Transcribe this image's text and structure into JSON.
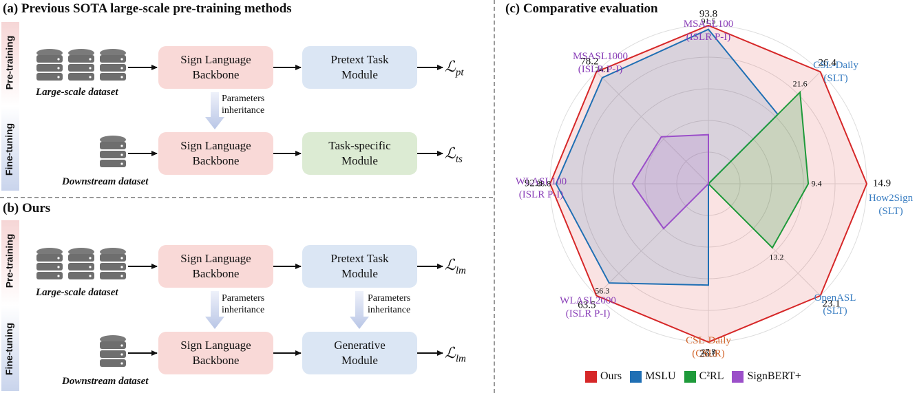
{
  "section_a": {
    "title": "(a) Previous SOTA large-scale pre-training methods",
    "pretrain_label": "Pre-training",
    "finetune_label": "Fine-tuning",
    "dataset_large": "Large-scale dataset",
    "dataset_down": "Downstream dataset",
    "backbone_top": "Sign Language\nBackbone",
    "pretext": "Pretext Task\nModule",
    "inherit": "Parameters\ninheritance",
    "backbone_bottom": "Sign Language\nBackbone",
    "task_specific": "Task-specific\nModule",
    "loss_top": "pt",
    "loss_bottom": "ts"
  },
  "section_b": {
    "title": "(b) Ours",
    "pretrain_label": "Pre-training",
    "finetune_label": "Fine-tuning",
    "dataset_large": "Large-scale dataset",
    "dataset_down": "Downstream dataset",
    "backbone_top": "Sign Language\nBackbone",
    "pretext": "Pretext Task\nModule",
    "inherit_left": "Parameters\ninheritance",
    "inherit_right": "Parameters\ninheritance",
    "backbone_bottom": "Sign Language\nBackbone",
    "generative": "Generative\nModule",
    "loss_top": "lm",
    "loss_bottom": "lm"
  },
  "loss_symbol": "ℒ",
  "colors": {
    "ours": "#d62728",
    "mslu": "#1f6fb4",
    "c2rl": "#1e9a3a",
    "signbert": "#9b4fc9",
    "islr": "#8a3fb8",
    "slt": "#3a7ec2",
    "cslr": "#d2642a"
  },
  "chart_data": {
    "type": "radar",
    "title": "(c) Comparative evaluation",
    "axes": [
      {
        "name": "MSASL100\n(ISLR P-I)",
        "group": "islr",
        "max": 93.8
      },
      {
        "name": "CSL-Daily\n(SLT)",
        "group": "slt",
        "max": 26.4
      },
      {
        "name": "How2Sign\n(SLT)",
        "group": "slt",
        "max": 14.9
      },
      {
        "name": "OpenASL\n(SLT)",
        "group": "slt",
        "max": 23.1
      },
      {
        "name": "CSL-Daily\n(CSLR)",
        "group": "cslr",
        "max": 26.0
      },
      {
        "name": "WLASL2000\n(ISLR P-I)",
        "group": "islr",
        "max": 63.5
      },
      {
        "name": "WLASL100\n(ISLR P-I)",
        "group": "islr",
        "max": 92.3
      },
      {
        "name": "MSASL1000\n(ISLR P-I)",
        "group": "islr",
        "max": 78.2
      }
    ],
    "series": [
      {
        "name": "Ours",
        "color": "ours",
        "values": [
          93.8,
          26.4,
          14.9,
          23.1,
          26.0,
          63.5,
          92.3,
          78.2
        ]
      },
      {
        "name": "MSLU",
        "color": "mslu",
        "values": [
          91.5,
          null,
          null,
          null,
          27.9,
          56.3,
          88.8,
          74.1
        ]
      },
      {
        "name": "C²RL",
        "color": "c2rl",
        "values": [
          null,
          21.6,
          9.4,
          13.2,
          null,
          null,
          null,
          null
        ]
      },
      {
        "name": "SignBERT+",
        "color": "signbert",
        "values": [
          null,
          null,
          null,
          null,
          null,
          null,
          null,
          null
        ]
      }
    ],
    "ticks": [
      {
        "axis": 0,
        "label": "93.8",
        "value": 93.8
      },
      {
        "axis": 0,
        "label": "91.5",
        "value": 91.5
      },
      {
        "axis": 1,
        "label": "26.4",
        "value": 26.4
      },
      {
        "axis": 1,
        "label": "21.6",
        "value": 21.6
      },
      {
        "axis": 2,
        "label": "14.9",
        "value": 14.9
      },
      {
        "axis": 2,
        "label": "9.4",
        "value": 9.4
      },
      {
        "axis": 3,
        "label": "23.1",
        "value": 23.1
      },
      {
        "axis": 3,
        "label": "13.2",
        "value": 13.2
      },
      {
        "axis": 4,
        "label": "26.0",
        "value": 26.0
      },
      {
        "axis": 4,
        "label": "27.9",
        "value": 27.9
      },
      {
        "axis": 5,
        "label": "63.5",
        "value": 63.5
      },
      {
        "axis": 5,
        "label": "56.3",
        "value": 56.3
      },
      {
        "axis": 6,
        "label": "92.3",
        "value": 92.3
      },
      {
        "axis": 6,
        "label": "88.8",
        "value": 88.8
      },
      {
        "axis": 7,
        "label": "78.2",
        "value": 78.2
      },
      {
        "axis": 7,
        "label": "74.1",
        "value": 74.1
      }
    ],
    "legend_position": "bottom"
  },
  "legend": [
    "Ours",
    "MSLU",
    "C²RL",
    "SignBERT+"
  ]
}
